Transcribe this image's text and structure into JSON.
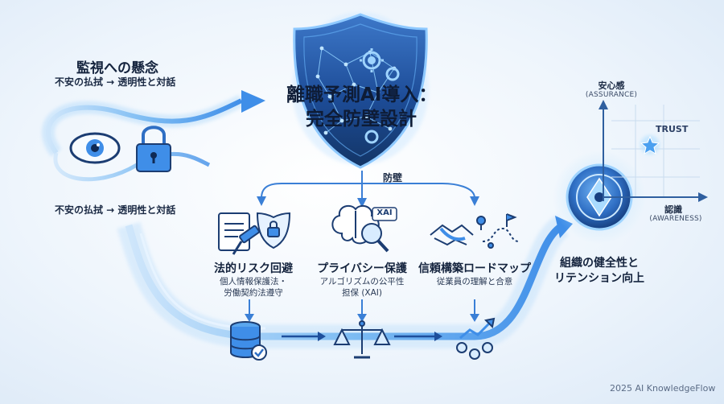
{
  "colors": {
    "accent": "#3f8ee8",
    "dark_navy": "#1a3a6e",
    "glow": "#8fd0ff",
    "text": "#14233d"
  },
  "left": {
    "heading": "監視への懸念",
    "sub1": "不安の払拭 → 透明性と対話",
    "sub2": "不安の払拭 → 透明性と対話",
    "icons": [
      "eye-icon",
      "padlock-icon"
    ]
  },
  "center": {
    "title_line1": "離職予測AI導入：",
    "title_line2": "完全防壁設計",
    "branch_label": "防壁"
  },
  "columns": [
    {
      "title": "法的リスク回避",
      "desc_line1": "個人情報保護法・",
      "desc_line2": "労働契約法遵守",
      "icon": "legal-document-gavel-icon",
      "bottom_icon": "database-check-icon"
    },
    {
      "title": "プライバシー保護",
      "desc_line1": "アルゴリズムの公平性",
      "desc_line2": "担保 (XAI)",
      "badge": "XAI",
      "icon": "brain-magnifier-icon",
      "bottom_icon": "balance-scale-icon"
    },
    {
      "title": "信頼構築ロードマップ",
      "desc_line1": "従業員の理解と合意",
      "icon": "handshake-roadmap-icon",
      "bottom_icon": "team-growth-icon"
    }
  ],
  "right": {
    "y_axis_jp": "安心感",
    "y_axis_en": "(ASSURANCE)",
    "x_axis_jp": "認識",
    "x_axis_en": "(AWARENESS)",
    "point_label": "TRUST",
    "outcome_line1": "組織の健全性と",
    "outcome_line2": "リテンション向上",
    "icon": "organization-emblem-icon"
  },
  "footer": {
    "credit": "2025 AI KnowledgeFlow"
  }
}
